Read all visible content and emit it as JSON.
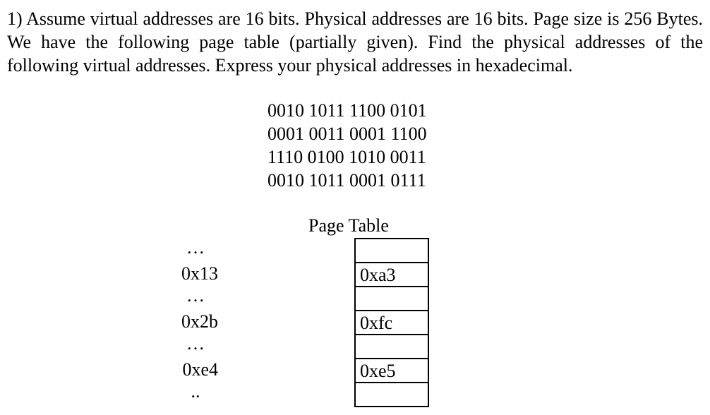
{
  "question": {
    "text": "1) Assume virtual addresses are 16 bits. Physical addresses are 16 bits.  Page size is 256 Bytes. We have the following page table (partially given). Find the physical addresses of the following virtual addresses. Express your physical addresses in hexadecimal."
  },
  "virtual_addresses": [
    "0010 1011 1100 0101",
    "0001 0011 0001 1100",
    "1110 0100 1010 0011",
    "0010 1011 0001 0111"
  ],
  "page_table": {
    "title": "Page Table",
    "rows": [
      {
        "label": "…",
        "value": ""
      },
      {
        "label": "0x13",
        "value": "0xa3"
      },
      {
        "label": "…",
        "value": ""
      },
      {
        "label": "0x2b",
        "value": "0xfc"
      },
      {
        "label": "…",
        "value": ""
      },
      {
        "label": "0xe4",
        "value": "0xe5"
      },
      {
        "label": "..",
        "value": ""
      }
    ]
  }
}
